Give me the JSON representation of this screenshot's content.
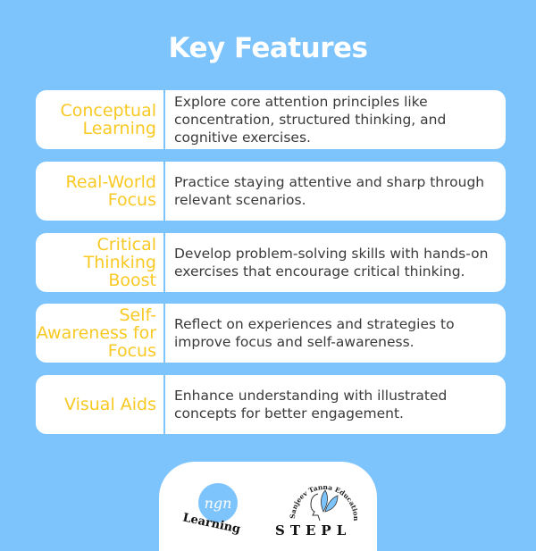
{
  "title": "Key Features",
  "features": [
    {
      "label": "Conceptual Learning",
      "description": "Explore core attention principles like concentration, structured thinking, and cognitive exercises."
    },
    {
      "label": "Real-World Focus",
      "description": "Practice staying attentive and sharp through relevant scenarios."
    },
    {
      "label": "Critical Thinking Boost",
      "description": "Develop problem-solving skills with hands-on exercises that encourage critical thinking."
    },
    {
      "label": "Self-Awareness for Focus",
      "description": "Reflect on experiences and strategies to improve focus and self-awareness."
    },
    {
      "label": "Visual Aids",
      "description": "Enhance understanding with illustrated concepts for better engagement."
    }
  ],
  "logos": {
    "ngn": {
      "mark": "ngn",
      "text": "Learning"
    },
    "stepl": {
      "arc_text": "Sanjeev Tanna Education",
      "text": "STEPL"
    }
  },
  "colors": {
    "background": "#7dc4fd",
    "accent": "#f9c923",
    "text": "#3a3a3a"
  }
}
